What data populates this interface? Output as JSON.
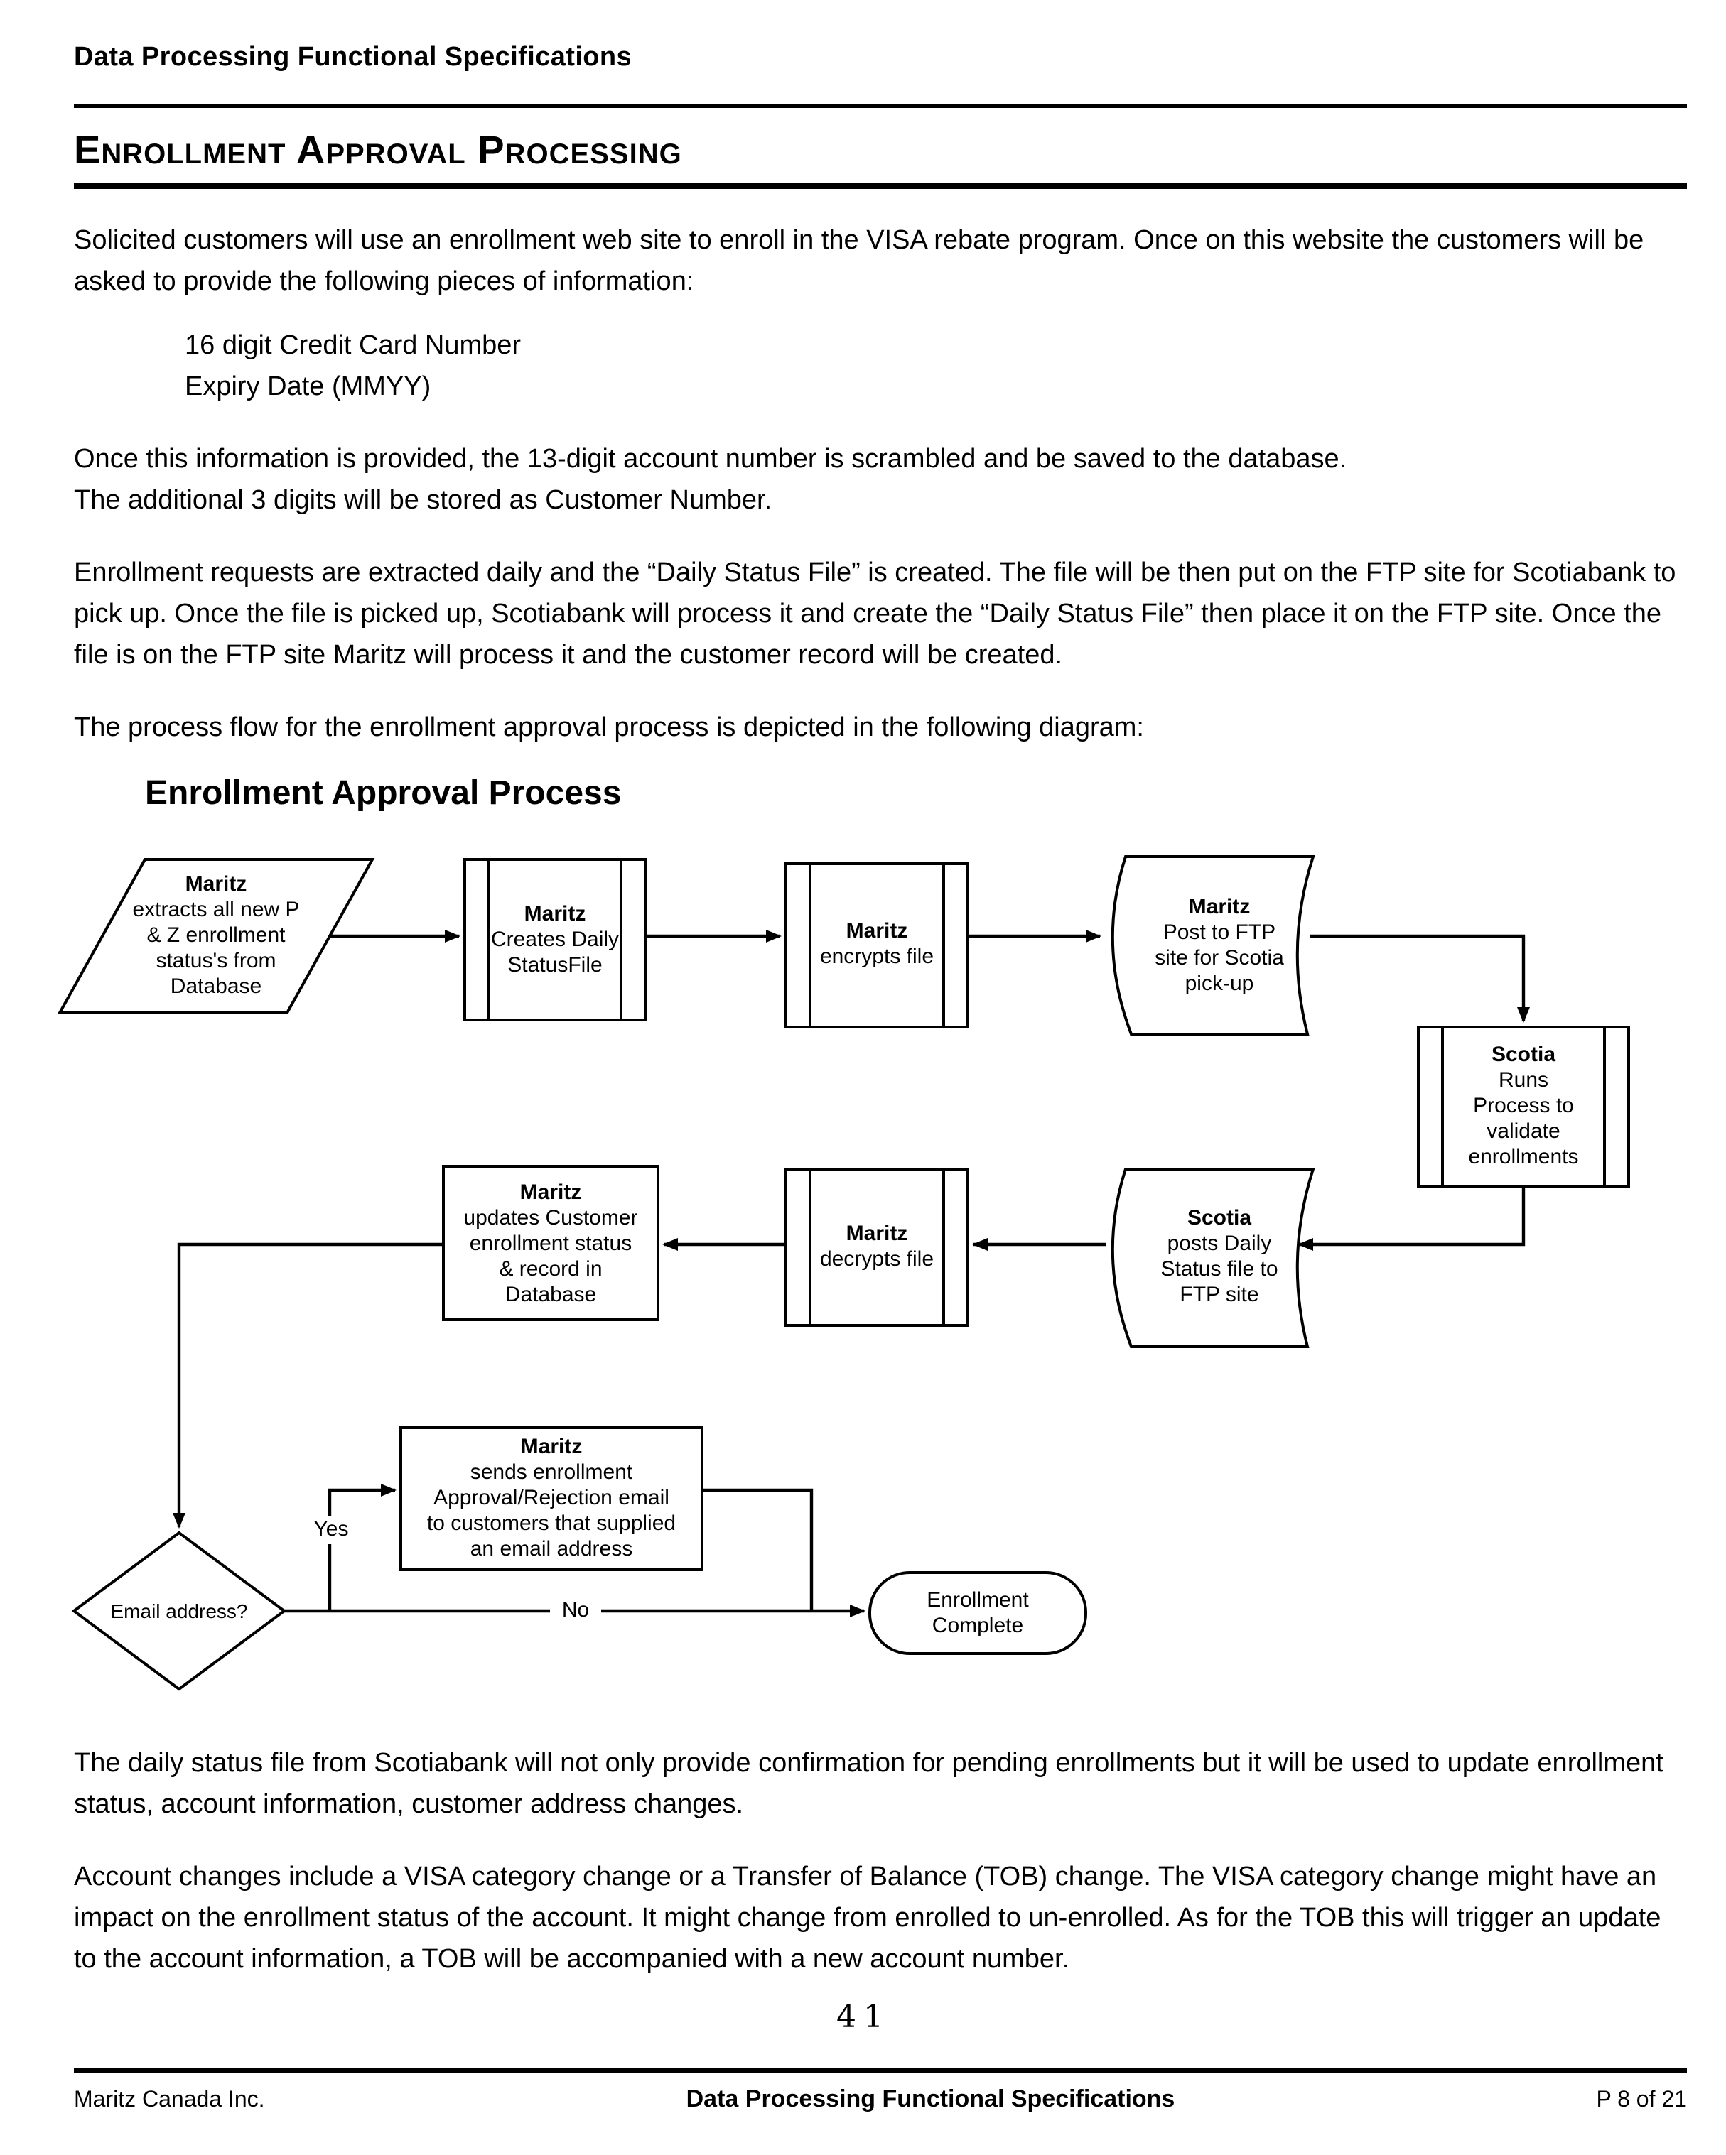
{
  "header": {
    "doc_title": "Data Processing Functional Specifications"
  },
  "section": {
    "title": "Enrollment Approval Processing"
  },
  "paragraphs": {
    "p1": "Solicited customers will use an enrollment web site to enroll in the VISA rebate program. Once on this website the customers will be asked to provide the following pieces of information:",
    "list": [
      "16 digit Credit Card Number",
      "Expiry Date (MMYY)"
    ],
    "p2": "Once this information is provided, the 13-digit account number is scrambled and be saved to the database.\nThe additional 3 digits will be stored as Customer Number.",
    "p3": "Enrollment requests are extracted daily and the “Daily Status File” is created. The file will be then put on the FTP site for Scotiabank to pick up. Once the file is picked up, Scotiabank will process it and create the “Daily Status File” then place it on the FTP site. Once the file is on the FTP site Maritz will process it and the customer record will be created.",
    "p4": "The process flow for the enrollment approval process is depicted in the following diagram:",
    "p5": "The daily status file from Scotiabank will not only provide confirmation for pending enrollments but it will be used to update enrollment status, account information, customer address changes.",
    "p6": "Account changes include a VISA category change or a Transfer of Balance (TOB) change. The VISA category change might have an impact on the enrollment status of the account. It might change from enrolled to un-enrolled. As for the TOB this will trigger an update to the account information, a TOB will be accompanied with a new account number."
  },
  "diagram": {
    "title": "Enrollment Approval Process",
    "yes_label": "Yes",
    "no_label": "No",
    "nodes": {
      "extract": {
        "title": "Maritz",
        "body": "extracts all new P\n& Z enrollment\nstatus's from\nDatabase"
      },
      "create": {
        "title": "Maritz",
        "body": "Creates Daily\nStatusFile"
      },
      "encrypt": {
        "title": "Maritz",
        "body": "encrypts file"
      },
      "post": {
        "title": "Maritz",
        "body": "Post to FTP\nsite for Scotia\npick-up"
      },
      "validate": {
        "title": "Scotia",
        "body": "Runs\nProcess to\nvalidate\nenrollments"
      },
      "posts_daily": {
        "title": "Scotia",
        "body": "posts Daily\nStatus file to\nFTP site"
      },
      "decrypt": {
        "title": "Maritz",
        "body": "decrypts file"
      },
      "update": {
        "title": "Maritz",
        "body": "updates Customer\nenrollment status\n& record in\nDatabase"
      },
      "email": {
        "title": "Maritz",
        "body": "sends enrollment\nApproval/Rejection email\nto customers that supplied\nan email address"
      },
      "decision": {
        "label": "Email address?"
      },
      "complete": {
        "label": "Enrollment\nComplete"
      }
    }
  },
  "page_number": "41",
  "footer": {
    "left": "Maritz Canada Inc.",
    "center": "Data Processing Functional Specifications",
    "right": "P 8 of 21"
  }
}
